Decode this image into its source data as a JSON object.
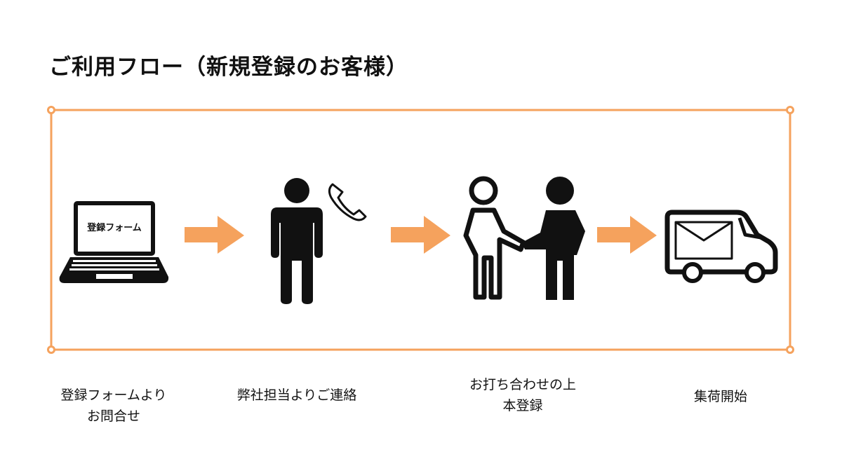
{
  "title": "ご利用フロー（新規登録のお客様）",
  "accent_color": "#f5a25d",
  "steps": [
    {
      "icon": "laptop-icon",
      "screen_text": "登録フォーム",
      "caption_line1": "登録フォームより",
      "caption_line2": "お問合せ"
    },
    {
      "icon": "person-phone-icon",
      "caption_line1": "弊社担当よりご連絡",
      "caption_line2": ""
    },
    {
      "icon": "handshake-icon",
      "caption_line1": "お打ち合わせの上",
      "caption_line2": "本登録"
    },
    {
      "icon": "delivery-van-icon",
      "caption_line1": "集荷開始",
      "caption_line2": ""
    }
  ]
}
